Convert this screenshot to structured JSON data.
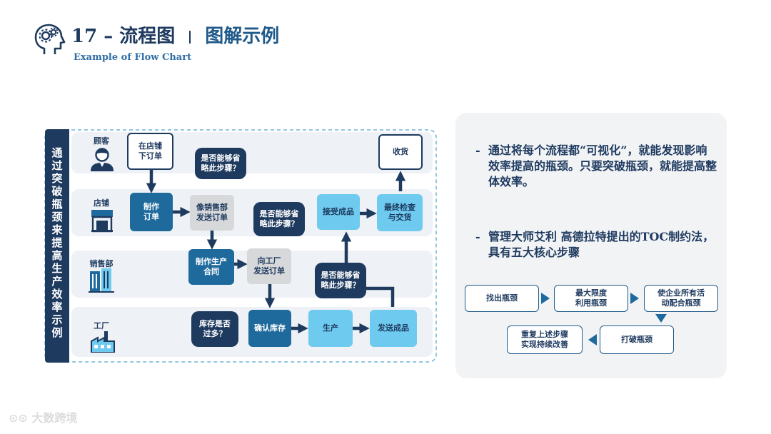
{
  "header": {
    "title_main": "17 – 流程图",
    "title_sub": "图解示例",
    "subtitle": "Example of Flow Chart"
  },
  "banner": {
    "chars": [
      "通",
      "过",
      "突",
      "破",
      "瓶",
      "颈",
      "来",
      "提",
      "高",
      "生",
      "产",
      "效",
      "率",
      "示",
      "例"
    ]
  },
  "lanes": {
    "customer": "顾客",
    "store": "店铺",
    "sales": "销售部",
    "factory": "工厂"
  },
  "flow": {
    "store_order": "在店铺\n下订单",
    "make_order": "制作\n订单",
    "send_like_sales": "像销售部\n发送订单",
    "q1": "是否能够省\n略此步骤？",
    "make_contract": "制作生产\n合同",
    "send_factory": "向工厂\n发送订单",
    "q2": "是否能够省\n略此步骤？",
    "accept_product": "接受成品",
    "final_check": "最终检查\n与交货",
    "receive": "收货",
    "stock_q": "库存是否\n过多？",
    "confirm_stock": "确认库存",
    "produce": "生产",
    "q3": "是否能够省\n略此步骤？",
    "ship": "发送成品"
  },
  "bullets": [
    {
      "dash": "-",
      "text": "通过将每个流程都“可视化”，就能发现影响效率提高的瓶颈。只要突破瓶颈，就能提高整体效率。"
    },
    {
      "dash": "-",
      "text": "管理大师艾利 高德拉特提出的TOC制约法，具有五大核心步骤"
    }
  ],
  "steps": {
    "s1": "找出瓶颈",
    "s2": "最大限度\n利用瓶颈",
    "s3": "使企业所有活\n动配合瓶颈",
    "s4": "打破瓶颈",
    "s5": "重复上述步骤\n实现持续改善"
  },
  "watermark": "大数跨境",
  "colors": {
    "navy": "#1e3a5f",
    "dark_blue": "#1f6a9c",
    "light_blue": "#6fcaf0",
    "gray": "#d7d8da",
    "panel": "#f2f3f5"
  }
}
